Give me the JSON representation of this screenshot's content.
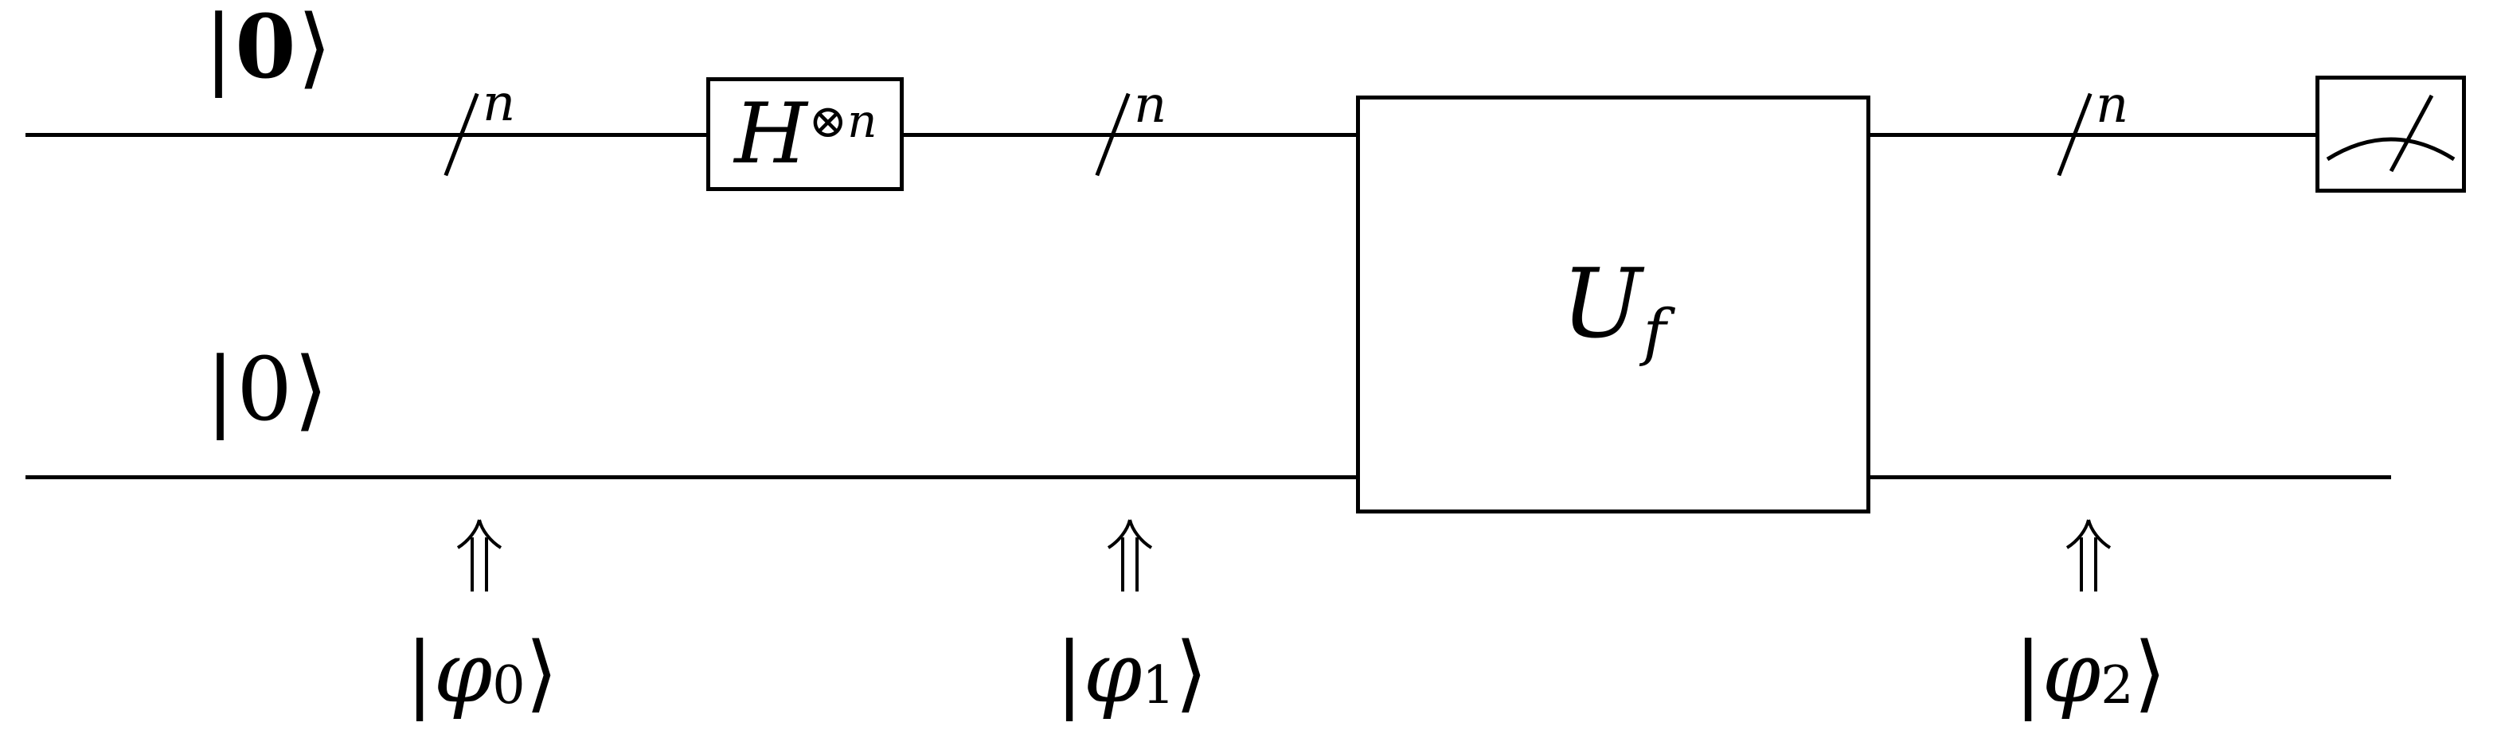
{
  "circuit": {
    "type": "quantum-circuit",
    "background_color": "#ffffff",
    "line_color": "#000000",
    "top_input": {
      "bar": "|",
      "value": "0",
      "ket": "⟩"
    },
    "bottom_input": {
      "bar": "|",
      "value": "0",
      "ket": "⟩"
    },
    "bus": [
      {
        "label": "n"
      },
      {
        "label": "n"
      },
      {
        "label": "n"
      }
    ],
    "gates": {
      "hadamard": {
        "base": "H",
        "superscript": "⊗n"
      },
      "oracle": {
        "base": "U",
        "subscript": "f"
      }
    },
    "measurement": {
      "icon": "meter-gauge"
    },
    "state_annotations": [
      {
        "arrow_icon": "double-up-arrow",
        "bar": "|",
        "symbol": "φ",
        "subscript": "0",
        "ket": "⟩"
      },
      {
        "arrow_icon": "double-up-arrow",
        "bar": "|",
        "symbol": "φ",
        "subscript": "1",
        "ket": "⟩"
      },
      {
        "arrow_icon": "double-up-arrow",
        "bar": "|",
        "symbol": "φ",
        "subscript": "2",
        "ket": "⟩"
      }
    ]
  }
}
